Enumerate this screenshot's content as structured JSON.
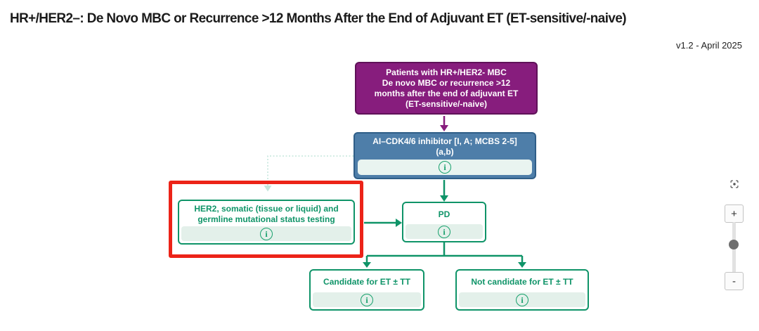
{
  "header": {
    "title": "HR+/HER2–: De Novo MBC or Recurrence >12 Months After the End of Adjuvant ET (ET-sensitive/-naive)",
    "version": "v1.2 - April 2025"
  },
  "icons": {
    "info": "i",
    "zoom_in": "+",
    "zoom_out": "-",
    "recenter": "focus-target-icon"
  },
  "colors": {
    "purple_node": "#871D7D",
    "purple_border": "#5F1158",
    "blue_node": "#4E7EA9",
    "blue_border": "#2F5E88",
    "green": "#0F9468",
    "mint_strip": "#E3F0EA",
    "highlight_red": "#EC2318",
    "dotted_connector": "#C4E6DC"
  },
  "flowchart": {
    "nodes": {
      "patients": {
        "text": "Patients with HR+/HER2- MBC\nDe novo MBC or recurrence >12\nmonths after the end of adjuvant ET\n(ET-sensitive/-naive)"
      },
      "ai_cdk46": {
        "text": "AI–CDK4/6 inhibitor [I, A; MCBS 2-5]\n(a,b)"
      },
      "testing": {
        "text": "HER2, somatic (tissue or liquid) and\ngermline mutational status testing",
        "highlighted": true
      },
      "pd": {
        "text": "PD"
      },
      "candidate": {
        "text": "Candidate for ET ± TT"
      },
      "not_candidate": {
        "text": "Not candidate for ET ± TT"
      }
    }
  }
}
